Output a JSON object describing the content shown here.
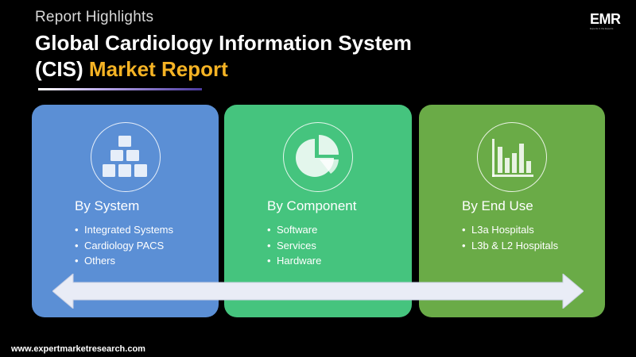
{
  "header": {
    "eyebrow": "Report Highlights",
    "title_line1": "Global Cardiology Information System",
    "title_line2_plain": "(CIS)",
    "title_line2_accent": "Market Report"
  },
  "logo": {
    "text": "EMR",
    "tagline": "Experts in the Experts"
  },
  "colors": {
    "accent": "#f5b324",
    "card_system": "#5b8fd5",
    "card_component": "#45c47e",
    "card_end_use": "#6aab47"
  },
  "cards": [
    {
      "icon": "boxes-icon",
      "heading": "By System",
      "items": [
        "Integrated Systems",
        "Cardiology PACS",
        "Others"
      ]
    },
    {
      "icon": "pie-chart-icon",
      "heading": "By Component",
      "items": [
        "Software",
        "Services",
        "Hardware"
      ]
    },
    {
      "icon": "bar-chart-icon",
      "heading": "By End Use",
      "items": [
        "L3a Hospitals",
        "L3b & L2 Hospitals"
      ]
    }
  ],
  "footer": {
    "website": "www.expertmarketresearch.com"
  }
}
